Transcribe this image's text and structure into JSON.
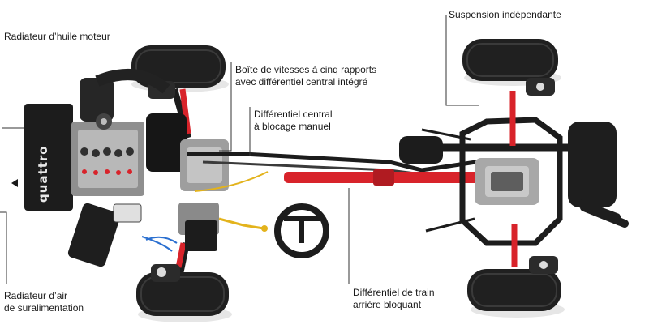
{
  "labels": {
    "oil_radiator": "Radiateur d’huile moteur",
    "gearbox_line1": "Boîte de vitesses à cinq rapports",
    "gearbox_line2": "avec différentiel central intégré",
    "central_diff_line1": "Différentiel central",
    "central_diff_line2": "à blocage manuel",
    "suspension": "Suspension indépendante",
    "intercooler_line1": "Radiateur d’air",
    "intercooler_line2": "de suralimentation",
    "rear_diff_line1": "Différentiel de train",
    "rear_diff_line2": "arrière bloquant"
  },
  "engine_badge": "quattro",
  "colors": {
    "frame": "#1c1c1c",
    "tire": "#202020",
    "driveshaft": "#d8232a",
    "metal": "#a8a8a8",
    "label_line": "#333333",
    "accent_yellow": "#e3b31c",
    "accent_blue": "#2a6fd0"
  }
}
